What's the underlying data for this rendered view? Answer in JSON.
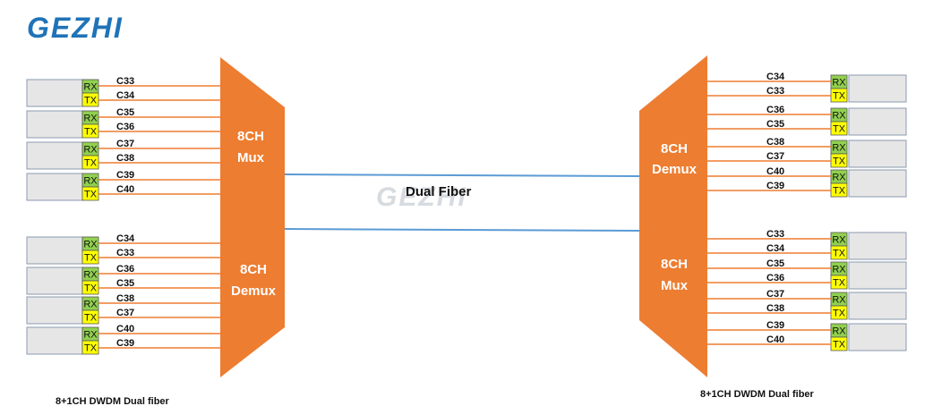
{
  "logo_text": "GEZHI",
  "watermark_text": "GEZHI",
  "fiber_label": "Dual Fiber",
  "caption_left": "8+1CH DWDM Dual fiber",
  "caption_right": "8+1CH DWDM Dual fiber",
  "rx_label": "RX",
  "tx_label": "TX",
  "blocks": {
    "left_mux": [
      "8CH",
      "Mux"
    ],
    "left_demux": [
      "8CH",
      "Demux"
    ],
    "right_demux": [
      "8CH",
      "Demux"
    ],
    "right_mux": [
      "8CH",
      "Mux"
    ]
  },
  "left_top_channels": [
    "C33",
    "C34",
    "C35",
    "C36",
    "C37",
    "C38",
    "C39",
    "C40"
  ],
  "left_bottom_channels": [
    "C34",
    "C33",
    "C36",
    "C35",
    "C38",
    "C37",
    "C40",
    "C39"
  ],
  "right_top_channels": [
    "C34",
    "C33",
    "C36",
    "C35",
    "C38",
    "C37",
    "C40",
    "C39"
  ],
  "right_bottom_channels": [
    "C33",
    "C34",
    "C35",
    "C36",
    "C37",
    "C38",
    "C39",
    "C40"
  ],
  "colors": {
    "block": "#ed7d31",
    "fiber": "#5b9bd5",
    "channel_line": "#ed7d31",
    "rx_fill": "#92d050",
    "tx_fill": "#ffff00",
    "transceiver_fill": "#e7e6e6",
    "logo": "#1f73b8"
  }
}
